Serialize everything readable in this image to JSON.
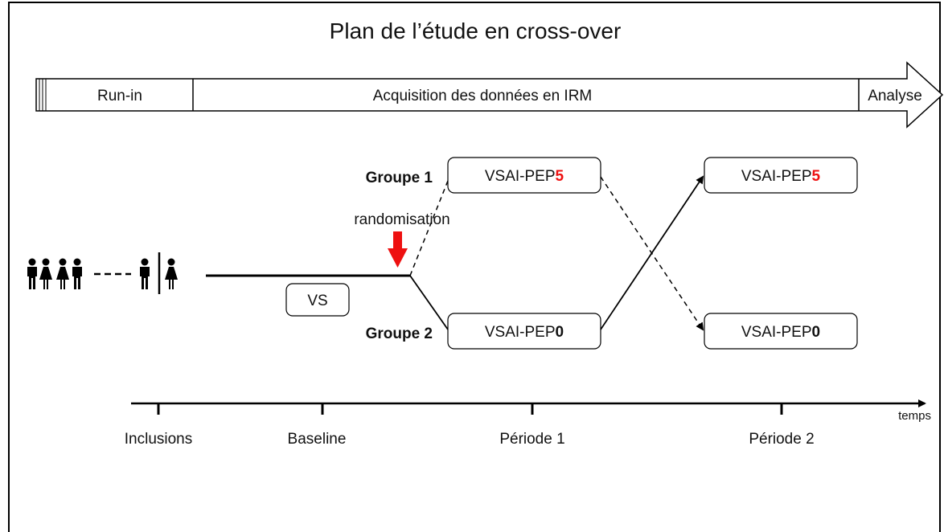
{
  "title": "Plan de l’étude en cross-over",
  "phase_bar": {
    "run_in": "Run-in",
    "acquisition": "Acquisition des données en IRM",
    "analyse": "Analyse"
  },
  "groups": {
    "group1": "Groupe 1",
    "group2": "Groupe 2"
  },
  "randomisation": "randomisation",
  "boxes": {
    "vs": "VS",
    "g1_p1_prefix": "VSAI-PEP",
    "g1_p1_suffix": "5",
    "g2_p1_prefix": "VSAI-PEP",
    "g2_p1_suffix": "0",
    "g2_p2_prefix": "VSAI-PEP",
    "g2_p2_suffix": "5",
    "g1_p2_prefix": "VSAI-PEP",
    "g1_p2_suffix": "0"
  },
  "timeline": {
    "axis_label": "temps",
    "ticks": [
      "Inclusions",
      "Baseline",
      "Période 1",
      "Période 2"
    ]
  },
  "colors": {
    "accent_red": "#ee1111",
    "line": "#000000"
  },
  "icons": [
    "people-group-icon",
    "man-icon",
    "woman-icon"
  ]
}
